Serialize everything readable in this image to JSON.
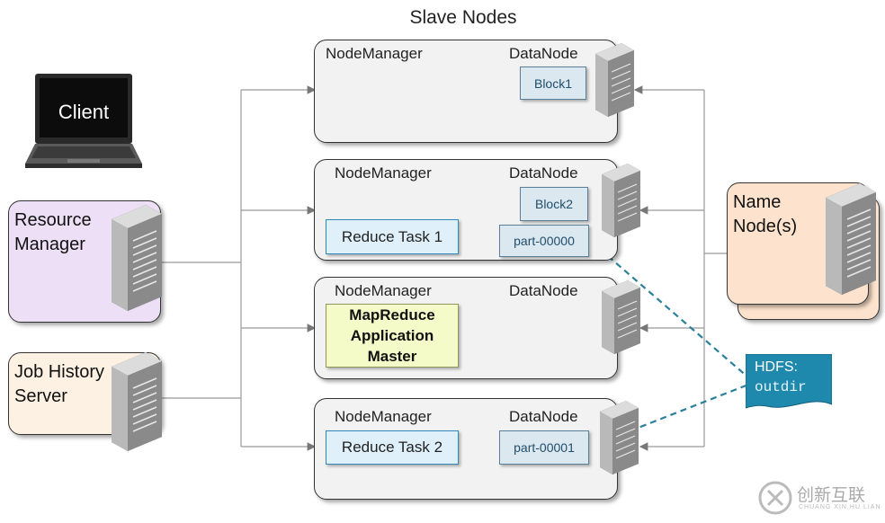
{
  "title": "Slave Nodes",
  "client": {
    "label": "Client"
  },
  "resource_manager": {
    "label_line1": "Resource",
    "label_line2": "Manager",
    "color": "#ecdff6"
  },
  "job_history": {
    "label_line1": "Job History",
    "label_line2": "Server",
    "color": "#fdf1e3"
  },
  "name_node": {
    "label_line1": "Name",
    "label_line2": "Node(s)",
    "color": "#fde3cd"
  },
  "slaves": [
    {
      "nodemanager": "NodeManager",
      "datanode": "DataNode",
      "block": "Block1"
    },
    {
      "nodemanager": "NodeManager",
      "datanode": "DataNode",
      "block": "Block2",
      "task": "Reduce Task 1",
      "part": "part-00000"
    },
    {
      "nodemanager": "NodeManager",
      "datanode": "DataNode",
      "am_line1": "MapReduce",
      "am_line2": "Application",
      "am_line3": "Master"
    },
    {
      "nodemanager": "NodeManager",
      "datanode": "DataNode",
      "task": "Reduce Task 2",
      "part": "part-00001"
    }
  ],
  "hdfs": {
    "label": "HDFS:",
    "dir": "outdir",
    "color": "#1f88ad"
  },
  "watermark": {
    "name": "创新互联",
    "sub": "CHUANG XIN HU LIAN"
  }
}
